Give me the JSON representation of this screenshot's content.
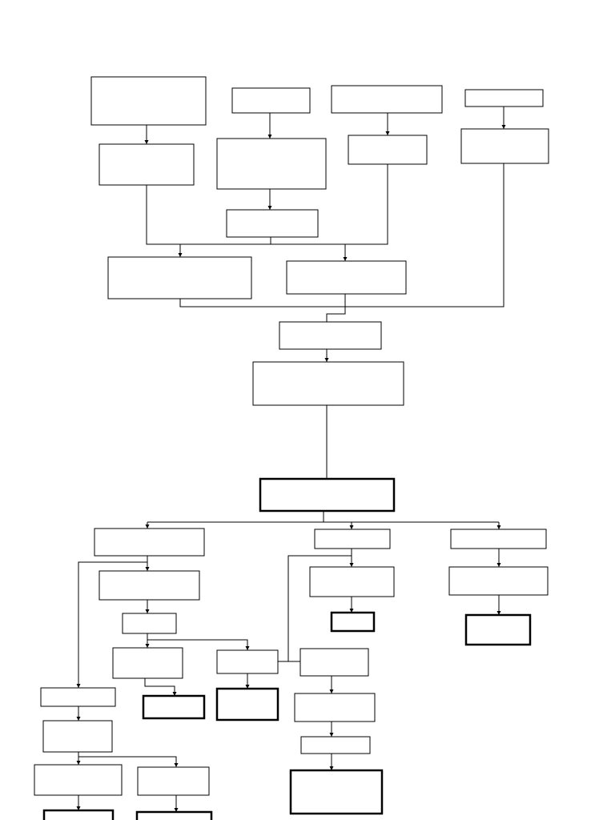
{
  "diagram": {
    "type": "flowchart",
    "colors": {
      "line": "#000000",
      "background": "#ffffff"
    },
    "node_text_visible": false,
    "nodes": [
      {
        "id": "n1",
        "label": ""
      },
      {
        "id": "n2",
        "label": ""
      },
      {
        "id": "n3",
        "label": ""
      },
      {
        "id": "n4",
        "label": ""
      },
      {
        "id": "n5",
        "label": ""
      },
      {
        "id": "n6",
        "label": ""
      },
      {
        "id": "n7",
        "label": ""
      },
      {
        "id": "n8",
        "label": ""
      },
      {
        "id": "n9",
        "label": ""
      },
      {
        "id": "n10",
        "label": ""
      },
      {
        "id": "n11",
        "label": ""
      },
      {
        "id": "n12",
        "label": ""
      },
      {
        "id": "n13",
        "label": ""
      },
      {
        "id": "n14",
        "label": "",
        "terminal": true
      },
      {
        "id": "n15",
        "label": ""
      },
      {
        "id": "n16",
        "label": ""
      },
      {
        "id": "n17",
        "label": ""
      },
      {
        "id": "n18",
        "label": ""
      },
      {
        "id": "n19",
        "label": ""
      },
      {
        "id": "n20",
        "label": ""
      },
      {
        "id": "n21",
        "label": "",
        "terminal": true
      },
      {
        "id": "n22",
        "label": "",
        "terminal": true
      },
      {
        "id": "n23",
        "label": ""
      },
      {
        "id": "n24",
        "label": ""
      },
      {
        "id": "n25",
        "label": ""
      },
      {
        "id": "n26",
        "label": "",
        "terminal": true
      },
      {
        "id": "n27",
        "label": ""
      },
      {
        "id": "n28",
        "label": "",
        "terminal": true
      },
      {
        "id": "n29",
        "label": ""
      },
      {
        "id": "n30",
        "label": ""
      },
      {
        "id": "n31",
        "label": ""
      },
      {
        "id": "n32",
        "label": ""
      },
      {
        "id": "n33",
        "label": "",
        "terminal": true
      },
      {
        "id": "n34",
        "label": ""
      },
      {
        "id": "n35",
        "label": ""
      },
      {
        "id": "n36",
        "label": "",
        "terminal": true
      },
      {
        "id": "n37",
        "label": "",
        "terminal": true
      }
    ],
    "edges": [
      {
        "from": "n1",
        "to": "n5"
      },
      {
        "from": "n2",
        "to": "n6"
      },
      {
        "from": "n3",
        "to": "n7"
      },
      {
        "from": "n4",
        "to": "n8"
      },
      {
        "from": "n6",
        "to": "n9"
      },
      {
        "from": "n5",
        "to": "n10"
      },
      {
        "from": "n9",
        "to": "n10"
      },
      {
        "from": "n7",
        "to": "n10"
      },
      {
        "from": "n5",
        "to": "n11"
      },
      {
        "from": "n9",
        "to": "n11"
      },
      {
        "from": "n7",
        "to": "n11"
      },
      {
        "from": "n10",
        "to": "n12"
      },
      {
        "from": "n11",
        "to": "n12"
      },
      {
        "from": "n8",
        "to": "n12"
      },
      {
        "from": "n12",
        "to": "n13"
      },
      {
        "from": "n13",
        "to": "n14"
      },
      {
        "from": "n14",
        "to": "n15"
      },
      {
        "from": "n14",
        "to": "n16"
      },
      {
        "from": "n14",
        "to": "n17"
      },
      {
        "from": "n15",
        "to": "n18"
      },
      {
        "from": "n15",
        "to": "n29"
      },
      {
        "from": "n18",
        "to": "n19"
      },
      {
        "from": "n19",
        "to": "n20"
      },
      {
        "from": "n19",
        "to": "n25"
      },
      {
        "from": "n20",
        "to": "n21"
      },
      {
        "from": "n25",
        "to": "n22"
      },
      {
        "from": "n16",
        "to": "n23"
      },
      {
        "from": "n23",
        "to": "n26"
      },
      {
        "from": "n16",
        "to": "n27"
      },
      {
        "from": "n27",
        "to": "n32"
      },
      {
        "from": "n32",
        "to": "n34"
      },
      {
        "from": "n34",
        "to": "n37"
      },
      {
        "from": "n17",
        "to": "n24"
      },
      {
        "from": "n24",
        "to": "n28"
      },
      {
        "from": "n29",
        "to": "n30"
      },
      {
        "from": "n30",
        "to": "n31"
      },
      {
        "from": "n30",
        "to": "n35"
      },
      {
        "from": "n31",
        "to": "n33"
      },
      {
        "from": "n35",
        "to": "n36"
      }
    ]
  }
}
